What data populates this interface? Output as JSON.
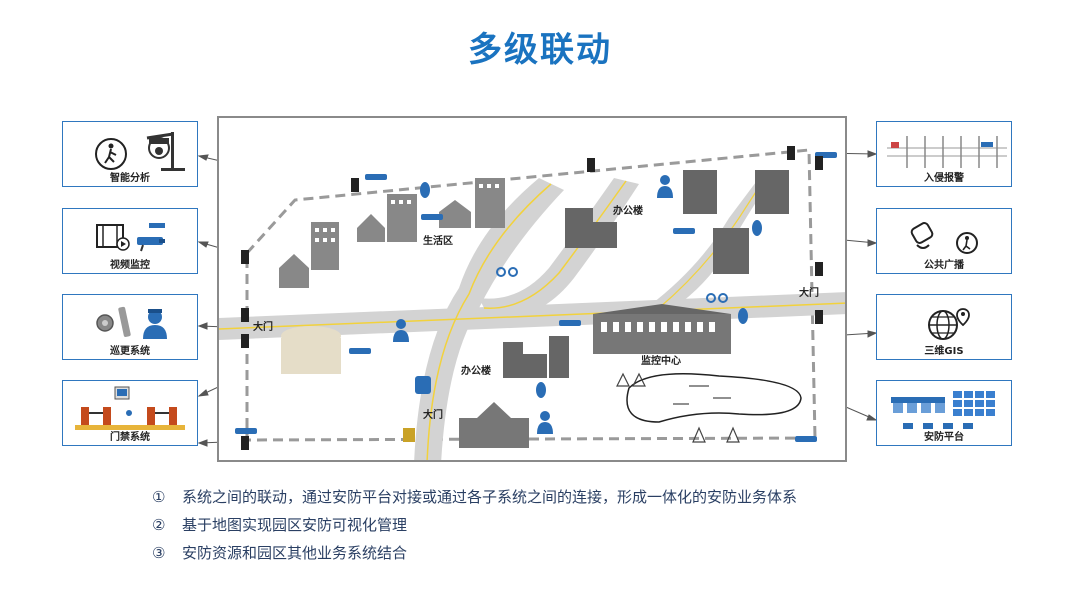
{
  "title": "多级联动",
  "subsystems": {
    "smart_analysis": "智能分析",
    "video_monitoring": "视频监控",
    "patrol_system": "巡更系统",
    "access_control": "门禁系统",
    "intrusion_alarm": "入侵报警",
    "public_broadcast": "公共广播",
    "gis_3d": "三维GIS",
    "security_platform": "安防平台"
  },
  "map_labels": {
    "living_area": "生活区",
    "office_building_top": "办公楼",
    "office_building_mid": "办公楼",
    "monitor_center": "监控中心",
    "gate_right": "大门",
    "gate_left": "大门",
    "gate_bottom": "大门"
  },
  "bullets": [
    {
      "num": "①",
      "text": "系统之间的联动，通过安防平台对接或通过各子系统之间的连接，形成一体化的安防业务体系"
    },
    {
      "num": "②",
      "text": "基于地图实现园区安防可视化管理"
    },
    {
      "num": "③",
      "text": "安防资源和园区其他业务系统结合"
    }
  ],
  "colors": {
    "title": "#1a73c0",
    "box_border": "#2f77bf",
    "icon_blue": "#2a6db5",
    "road": "#d0d0d0",
    "road_line": "#f2d23c"
  }
}
